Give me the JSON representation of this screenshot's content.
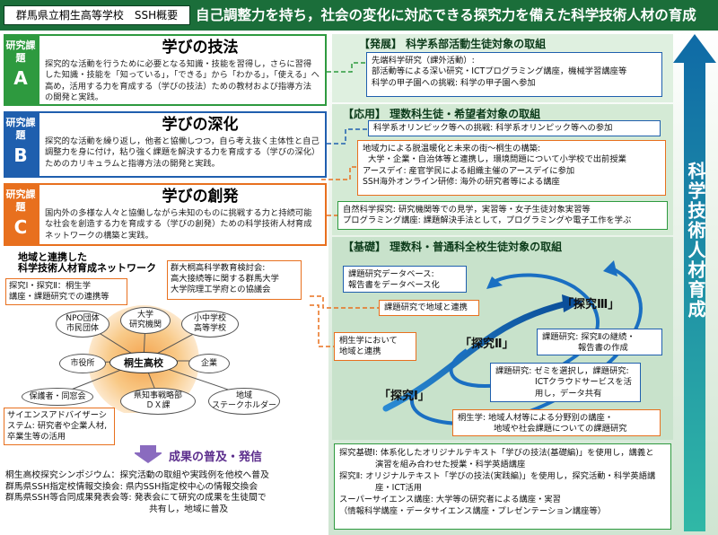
{
  "header": {
    "school": "群馬県立桐生高等学校　SSH概要",
    "headline": "自己調整力を持ち，社会の変化に対応できる探究力を備えた科学技術人材の育成"
  },
  "research": {
    "a": {
      "tag1": "研究課題",
      "tag2": "A",
      "title": "学びの技法",
      "desc": "探究的な活動を行うために必要となる知識・技能を習得し，さらに習得した知識・技能を「知っている」，「できる」から「わかる」，「使える」へ高め，活用する力を育成する（学びの技法）ための教材および指導方法の開発と実践。",
      "color": "#2e9a3f"
    },
    "b": {
      "tag1": "研究課題",
      "tag2": "B",
      "title": "学びの深化",
      "desc": "探究的な活動を繰り返し，他者と協働しつつ，自ら考え抜く主体性と自己調整力を身に付け，粘り強く課題を解決する力を育成する（学びの深化）ためのカリキュラムと指導方法の開発と実践。",
      "color": "#1f5fae"
    },
    "c": {
      "tag1": "研究課題",
      "tag2": "C",
      "title": "学びの創発",
      "desc": "国内外の多様な人々と協働しながら未知のものに挑戦する力と持続可能な社会を創造する力を育成する（学びの創発）ための科学技術人材育成ネットワークの構築と実践。",
      "color": "#e8701e"
    }
  },
  "network": {
    "title1": "地域と連携した",
    "title2": "科学技術人材育成ネットワーク",
    "tankyu": "探究Ⅰ・探究Ⅱ：桐生学",
    "tankyu2": "講座・課題研究での連携等",
    "gunma": "群大桐高科学教育検討会:",
    "gunma2": "高大接続等に関する群馬大学",
    "gunma3": "大学院理工学府との協議会",
    "center": "桐生高校",
    "nodes": [
      "NPO団体\n市民団体",
      "大学\n研究機関",
      "小中学校\n高等学校",
      "市役所",
      "企業",
      "保護者・同窓会",
      "県知事戦略部\nＤＸ課",
      "地域\nステークホルダー"
    ],
    "advisors": "サイエンスアドバイザーシステム: 研究者や企業人材, 卒業生等の活用"
  },
  "fruits": {
    "title": "成果の普及・発信",
    "lines": [
      "桐生高校探究シンポジウム：探究活動の取組や実践例を他校へ普及",
      "群馬県SSH指定校情報交換会: 県内SSH指定校中心の情報交換会",
      "群馬県SSH等合同成果発表会等: 発表会にて研究の成果を生徒間で",
      "共有し，地域に普及"
    ]
  },
  "development": {
    "title": "【発展】 科学系部活動生徒対象の取組",
    "lines": [
      "先端科学研究（課外活動）:",
      "部活動等による深い研究・ICTプログラミング講座，機械学習講座等",
      "科学の甲子園への挑戦: 科学の甲子園へ参加"
    ]
  },
  "application": {
    "title": "【応用】 理数科生徒・希望者対象の取組",
    "olympiad": "科学系オリンピック等への挑戦: 科学系オリンピック等への参加",
    "regional": [
      "地域力による脱温暖化と未来の街～桐生の構築:",
      "大学・企業・自治体等と連携し，環境問題について小学校で出前授業",
      "アースデイ: 産官学民による組織主催のアースデイに参加",
      "SSH海外オンライン研修: 海外の研究者等による講座"
    ],
    "natural": [
      "自然科学探究: 研究機関等での見学，実習等・女子生徒対象実習等",
      "プログラミング講座: 課題解決手法として，プログラミングや電子工作を学ぶ"
    ]
  },
  "basic": {
    "title": "【基礎】 理数科・普通科全校生徒対象の取組",
    "database": [
      "課題研究データベース:",
      "報告書をデータベース化"
    ],
    "regionalCollab": "課題研究で地域と連携",
    "kiryugaku": [
      "桐生学において",
      "地域と連携"
    ],
    "tankyu3": "「探究Ⅲ」",
    "tankyu2": "「探究Ⅱ」",
    "tankyu1": "「探究Ⅰ」",
    "kadai3": [
      "課題研究: 探究Ⅱの継続・",
      "報告書の作成"
    ],
    "kadai2": [
      "課題研究: ゼミを選択し，課題研究:",
      "ICTクラウドサービスを活",
      "用し，データ共有"
    ],
    "kiryugaku2": [
      "桐生学: 地域人材等による分野別の講座・",
      "地域や社会課題についての課題研究"
    ]
  },
  "bottom": {
    "lines": [
      "探究基礎Ⅰ: 体系化したオリジナルテキスト「学びの技法(基礎編)」を使用し，講義と",
      "演習を組み合わせた授業・科学英語講座",
      "探究Ⅱ: オリジナルテキスト「学びの技法(実践編)」を使用し，探究活動・科学英語講",
      "座・ICT活用",
      "スーパーサイエンス講座: 大学等の研究者による講座・実習",
      "（情報科学講座・データサイエンス講座・プレゼンテーション講座等）"
    ]
  },
  "sideLabel": "科学技術人材育成",
  "colors": {
    "green": "#2e9a3f",
    "blue": "#1f5fae",
    "orange": "#e8701e",
    "header": "#1b6e3a"
  }
}
